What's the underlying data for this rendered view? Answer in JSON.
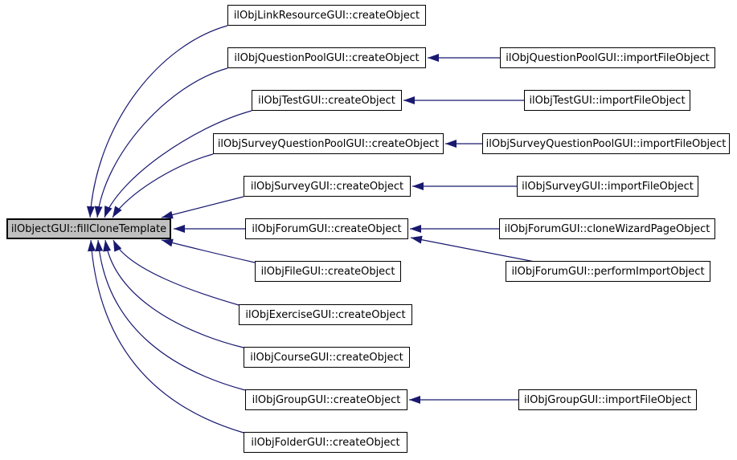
{
  "graph": {
    "type": "caller-graph",
    "colors": {
      "edge": "#191970",
      "node_border": "#000000",
      "node_fill": "#ffffff",
      "target_fill": "#c0c0c0",
      "background": "#ffffff",
      "text": "#000000"
    },
    "nodes": {
      "target": {
        "label": "ilObjectGUI::fillCloneTemplate"
      },
      "mid": [
        {
          "label": "ilObjLinkResourceGUI::createObject"
        },
        {
          "label": "ilObjQuestionPoolGUI::createObject"
        },
        {
          "label": "ilObjTestGUI::createObject"
        },
        {
          "label": "ilObjSurveyQuestionPoolGUI::createObject"
        },
        {
          "label": "ilObjSurveyGUI::createObject"
        },
        {
          "label": "ilObjForumGUI::createObject"
        },
        {
          "label": "ilObjFileGUI::createObject"
        },
        {
          "label": "ilObjExerciseGUI::createObject"
        },
        {
          "label": "ilObjCourseGUI::createObject"
        },
        {
          "label": "ilObjGroupGUI::createObject"
        },
        {
          "label": "ilObjFolderGUI::createObject"
        }
      ],
      "right": [
        {
          "label": "ilObjQuestionPoolGUI::importFileObject"
        },
        {
          "label": "ilObjTestGUI::importFileObject"
        },
        {
          "label": "ilObjSurveyQuestionPoolGUI::importFileObject"
        },
        {
          "label": "ilObjSurveyGUI::importFileObject"
        },
        {
          "label": "ilObjForumGUI::cloneWizardPageObject"
        },
        {
          "label": "ilObjForumGUI::performImportObject"
        },
        {
          "label": "ilObjGroupGUI::importFileObject"
        }
      ]
    },
    "edges": [
      {
        "from": "ilObjLinkResourceGUI::createObject",
        "to": "ilObjectGUI::fillCloneTemplate"
      },
      {
        "from": "ilObjQuestionPoolGUI::createObject",
        "to": "ilObjectGUI::fillCloneTemplate"
      },
      {
        "from": "ilObjTestGUI::createObject",
        "to": "ilObjectGUI::fillCloneTemplate"
      },
      {
        "from": "ilObjSurveyQuestionPoolGUI::createObject",
        "to": "ilObjectGUI::fillCloneTemplate"
      },
      {
        "from": "ilObjSurveyGUI::createObject",
        "to": "ilObjectGUI::fillCloneTemplate"
      },
      {
        "from": "ilObjForumGUI::createObject",
        "to": "ilObjectGUI::fillCloneTemplate"
      },
      {
        "from": "ilObjFileGUI::createObject",
        "to": "ilObjectGUI::fillCloneTemplate"
      },
      {
        "from": "ilObjExerciseGUI::createObject",
        "to": "ilObjectGUI::fillCloneTemplate"
      },
      {
        "from": "ilObjCourseGUI::createObject",
        "to": "ilObjectGUI::fillCloneTemplate"
      },
      {
        "from": "ilObjGroupGUI::createObject",
        "to": "ilObjectGUI::fillCloneTemplate"
      },
      {
        "from": "ilObjFolderGUI::createObject",
        "to": "ilObjectGUI::fillCloneTemplate"
      },
      {
        "from": "ilObjQuestionPoolGUI::importFileObject",
        "to": "ilObjQuestionPoolGUI::createObject"
      },
      {
        "from": "ilObjTestGUI::importFileObject",
        "to": "ilObjTestGUI::createObject"
      },
      {
        "from": "ilObjSurveyQuestionPoolGUI::importFileObject",
        "to": "ilObjSurveyQuestionPoolGUI::createObject"
      },
      {
        "from": "ilObjSurveyGUI::importFileObject",
        "to": "ilObjSurveyGUI::createObject"
      },
      {
        "from": "ilObjForumGUI::cloneWizardPageObject",
        "to": "ilObjForumGUI::createObject"
      },
      {
        "from": "ilObjForumGUI::performImportObject",
        "to": "ilObjForumGUI::createObject"
      },
      {
        "from": "ilObjGroupGUI::importFileObject",
        "to": "ilObjGroupGUI::createObject"
      }
    ]
  }
}
